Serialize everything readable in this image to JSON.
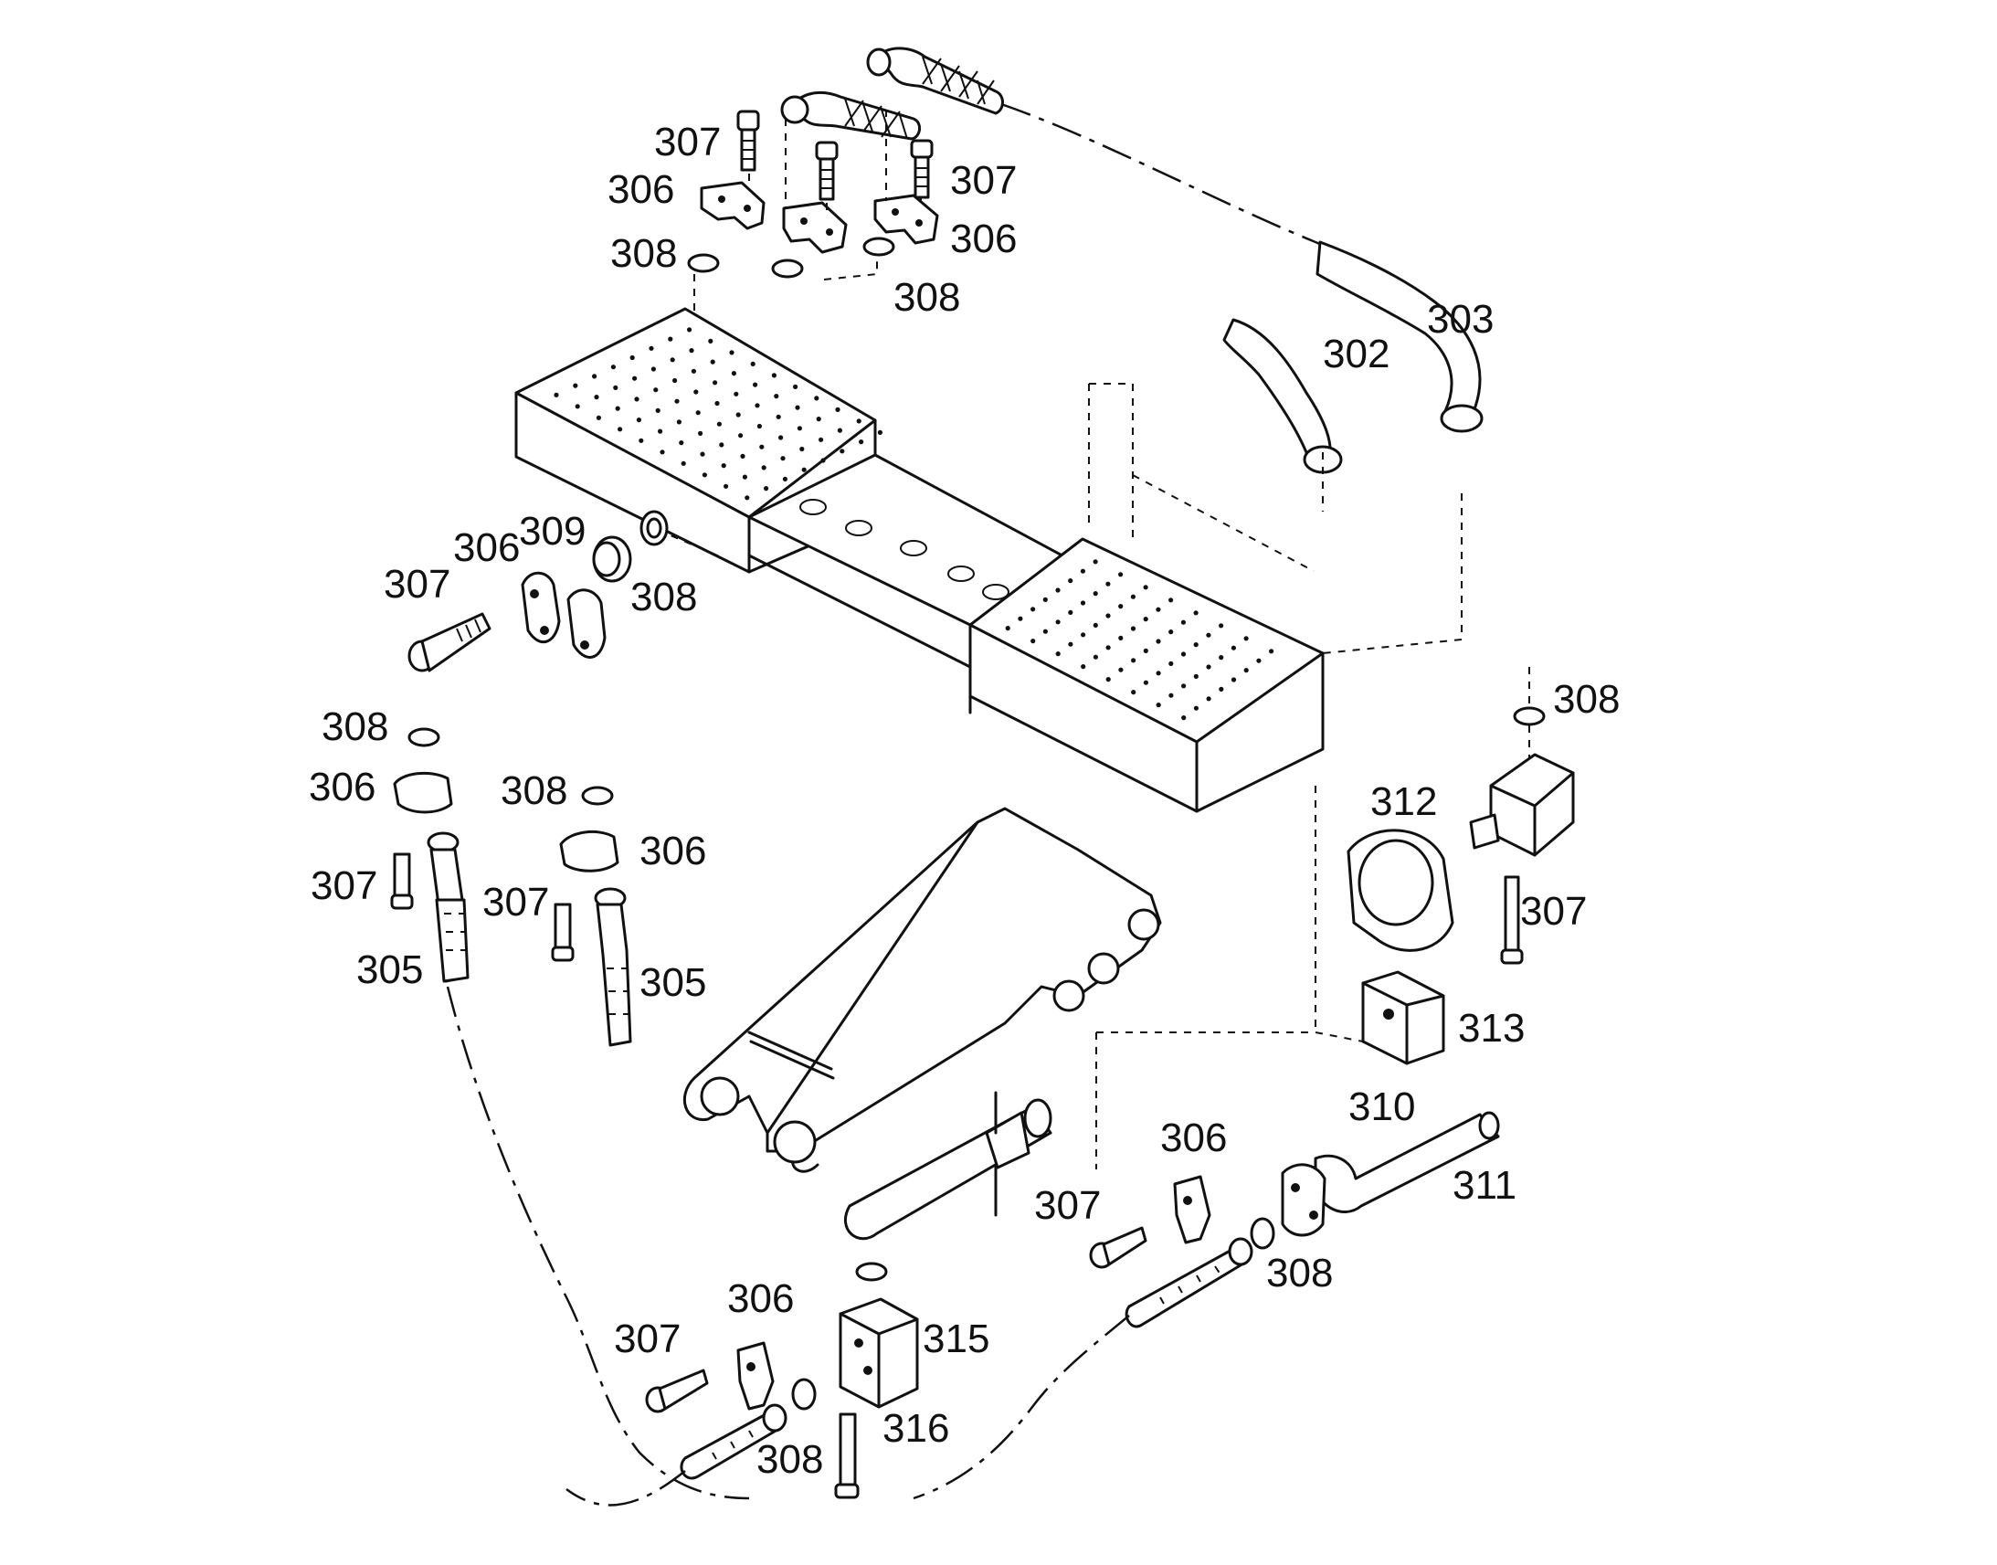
{
  "diagram": {
    "labels": {
      "n302": "302",
      "n303": "303",
      "n305a": "305",
      "n305b": "305",
      "n306a": "306",
      "n306b": "306",
      "n306c": "306",
      "n306d": "306",
      "n306e": "306",
      "n306f": "306",
      "n306g": "306",
      "n307a": "307",
      "n307b": "307",
      "n307c": "307",
      "n307d": "307",
      "n307e": "307",
      "n307f": "307",
      "n307g": "307",
      "n307h": "307",
      "n308a": "308",
      "n308b": "308",
      "n308c": "308",
      "n308d": "308",
      "n308e": "308",
      "n308f": "308",
      "n308g": "308",
      "n308h": "308",
      "n309": "309",
      "n310": "310",
      "n311": "311",
      "n312": "312",
      "n313": "313",
      "n315": "315",
      "n316": "316"
    }
  }
}
